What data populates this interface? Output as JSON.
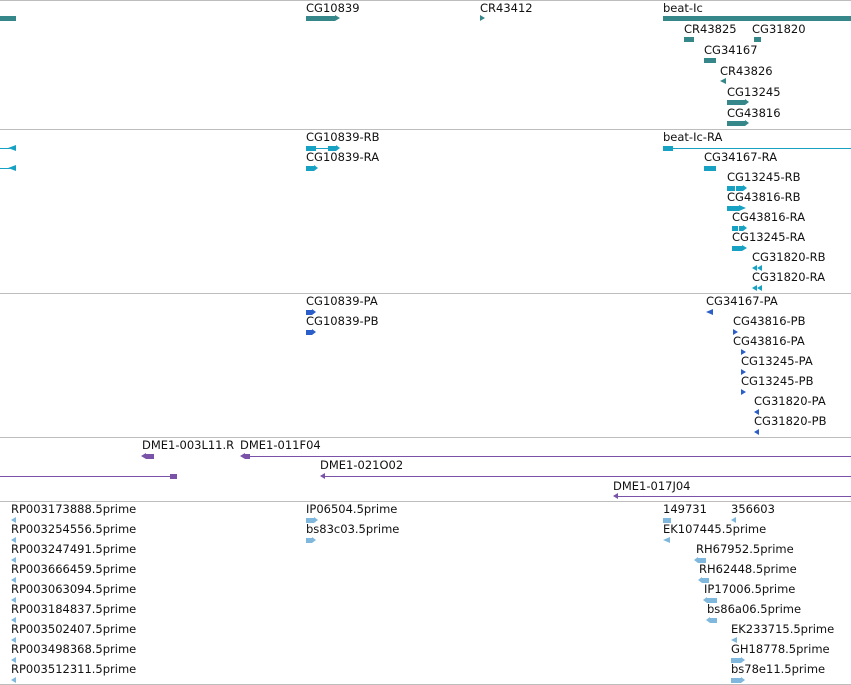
{
  "colors": {
    "gene": "#36878a",
    "transcript": "#17a2c4",
    "protein": "#2b5ec8",
    "clone": "#7a52a8",
    "est": "#7fb8dc",
    "separator": "#bdbdbd"
  },
  "gene_track": {
    "labels": [
      "CG10839",
      "CR43412",
      "beat-Ic",
      "CR43825",
      "CG31820",
      "CG34167",
      "CR43826",
      "CG13245",
      "CG43816"
    ]
  },
  "transcript_track": {
    "labels": [
      "CG10839-RB",
      "CG10839-RA",
      "beat-Ic-RA",
      "CG34167-RA",
      "CG13245-RB",
      "CG43816-RB",
      "CG43816-RA",
      "CG13245-RA",
      "CG31820-RB",
      "CG31820-RA"
    ]
  },
  "protein_track": {
    "labels": [
      "CG10839-PA",
      "CG10839-PB",
      "CG34167-PA",
      "CG43816-PB",
      "CG43816-PA",
      "CG13245-PA",
      "CG13245-PB",
      "CG31820-PA",
      "CG31820-PB"
    ]
  },
  "clone_track": {
    "labels": [
      "DME1-003L11.R",
      "DME1-011F04",
      "DME1-021O02",
      "DME1-017J04"
    ]
  },
  "est_track": {
    "labels": [
      "RP003173888.5prime",
      "RP003254556.5prime",
      "RP003247491.5prime",
      "RP003666459.5prime",
      "RP003063094.5prime",
      "RP003184837.5prime",
      "RP003502407.5prime",
      "RP003498368.5prime",
      "RP003512311.5prime",
      "IP06504.5prime",
      "bs83c03.5prime",
      "149731",
      "356603",
      "EK107445.5prime",
      "RH67952.5prime",
      "RH62448.5prime",
      "IP17006.5prime",
      "bs86a06.5prime",
      "EK233715.5prime",
      "GH18778.5prime",
      "bs78e11.5prime"
    ]
  }
}
